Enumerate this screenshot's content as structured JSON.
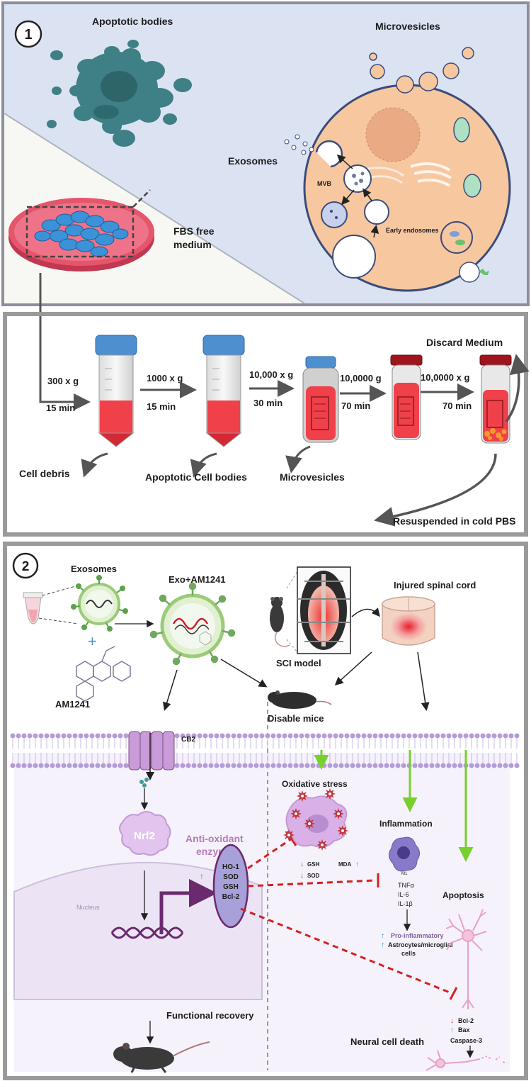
{
  "panel1": {
    "number": "1",
    "apoptotic_bodies": "Apoptotic bodies",
    "microvesicles": "Microvesicles",
    "exosomes": "Exosomes",
    "mvb": "MVB",
    "early_endosomes": "Early endosomes",
    "fbs_line1": "FBS free",
    "fbs_line2": "medium"
  },
  "centrifuge": {
    "steps": [
      {
        "force": "300 x g",
        "time": "15 min"
      },
      {
        "force": "1000 x g",
        "time": "15 min"
      },
      {
        "force": "10,000 x g",
        "time": "30 min"
      },
      {
        "force": "10,0000 g",
        "time": "70 min"
      },
      {
        "force": "10,0000 x g",
        "time": "70 min"
      }
    ],
    "outputs": [
      "Cell debris",
      "Apoptotic Cell bodies",
      "Microvesicles"
    ],
    "discard": "Discard Medium",
    "resuspend": "Resuspended in cold PBS"
  },
  "panel2": {
    "number": "2",
    "exosomes": "Exosomes",
    "plus": "+",
    "am1241": "AM1241",
    "exo_am": "Exo+AM1241",
    "sci_model": "SCI model",
    "injured_cord": "Injured spinal cord",
    "disable_mice": "Disable mice",
    "cb2": "CB2",
    "nrf2": "Nrf2",
    "antiox_line1": "Anti-oxidant",
    "antiox_line2": "enzymes",
    "enzymes": [
      "HO-1",
      "SOD",
      "GSH",
      "Bcl-2"
    ],
    "nucleus": "Nucleus",
    "functional_recovery": "Functional recovery",
    "oxidative_stress": "Oxidative stress",
    "gsh": "GSH",
    "sod": "SOD",
    "mda": "MDA",
    "inflammation": "Inflammation",
    "m1": "M1",
    "cytokines": [
      "TNFα",
      "IL-6",
      "IL-1β"
    ],
    "pro_inflammatory": "Pro-inflammatory",
    "astro_line1": "Astrocytes/microglial",
    "astro_line2": "cells",
    "apoptosis": "Apoptosis",
    "bcl2": "Bcl-2",
    "bax": "Bax",
    "caspase3": "Caspase-3",
    "neural_death": "Neural cell death"
  },
  "colors": {
    "panel1_bg": "#dbe3f3",
    "panel_border": "#8a8f99",
    "cell_fill": "#f7c7a0",
    "cell_border": "#3b4c7a",
    "apoptotic": "#3f7f86",
    "dish": "#e5556b",
    "tube_cap": "#4e8fd0",
    "liquid": "#f0404a",
    "arrow_gray": "#555555",
    "green_arrow": "#77d02d",
    "inhibit_red": "#d42020",
    "purple": "#6b2a6e",
    "membrane": "#b49cd8"
  }
}
